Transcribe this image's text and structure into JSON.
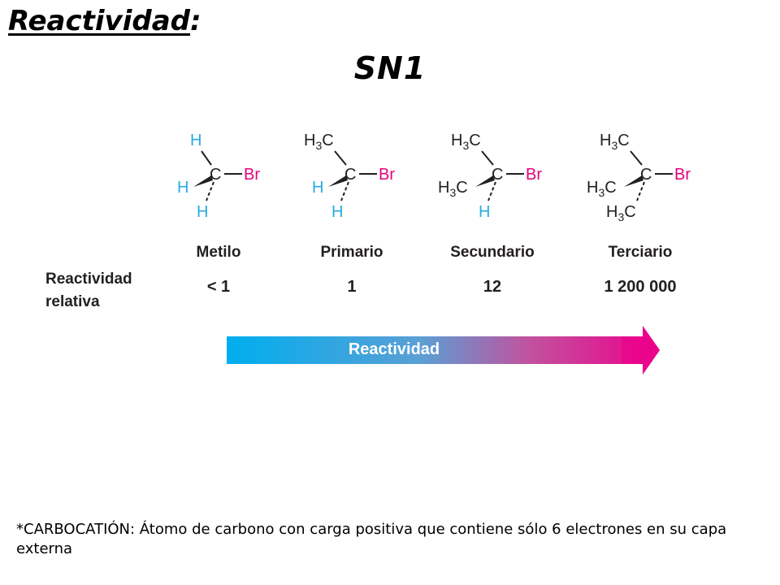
{
  "title": {
    "main": "Reactividad",
    "colon": ":"
  },
  "subtitle": "SN1",
  "row_label": {
    "line1": "Reactividad",
    "line2": "relativa"
  },
  "colors": {
    "hydrogen": "#29abe2",
    "bromine": "#e6007e",
    "text": "#231f20",
    "arrow_start": "#00aeef",
    "arrow_end": "#ec008c"
  },
  "molecules": [
    {
      "name": "Metilo",
      "reactivity": "< 1",
      "top": "H",
      "left": "H",
      "bottom": "H",
      "center": "C",
      "right": "Br"
    },
    {
      "name": "Primario",
      "reactivity": "1",
      "top": "H3C",
      "left": "H",
      "bottom": "H",
      "center": "C",
      "right": "Br"
    },
    {
      "name": "Secundario",
      "reactivity": "12",
      "top": "H3C",
      "left": "H3C",
      "bottom": "H",
      "center": "C",
      "right": "Br"
    },
    {
      "name": "Terciario",
      "reactivity": "1 200 000",
      "top": "H3C",
      "left": "H3C",
      "bottom": "H3C",
      "center": "C",
      "right": "Br"
    }
  ],
  "arrow": {
    "label": "Reactividad"
  },
  "footnote": "*CARBOCATIÓN: Átomo de carbono con carga positiva que contiene sólo 6 electrones en su capa externa"
}
